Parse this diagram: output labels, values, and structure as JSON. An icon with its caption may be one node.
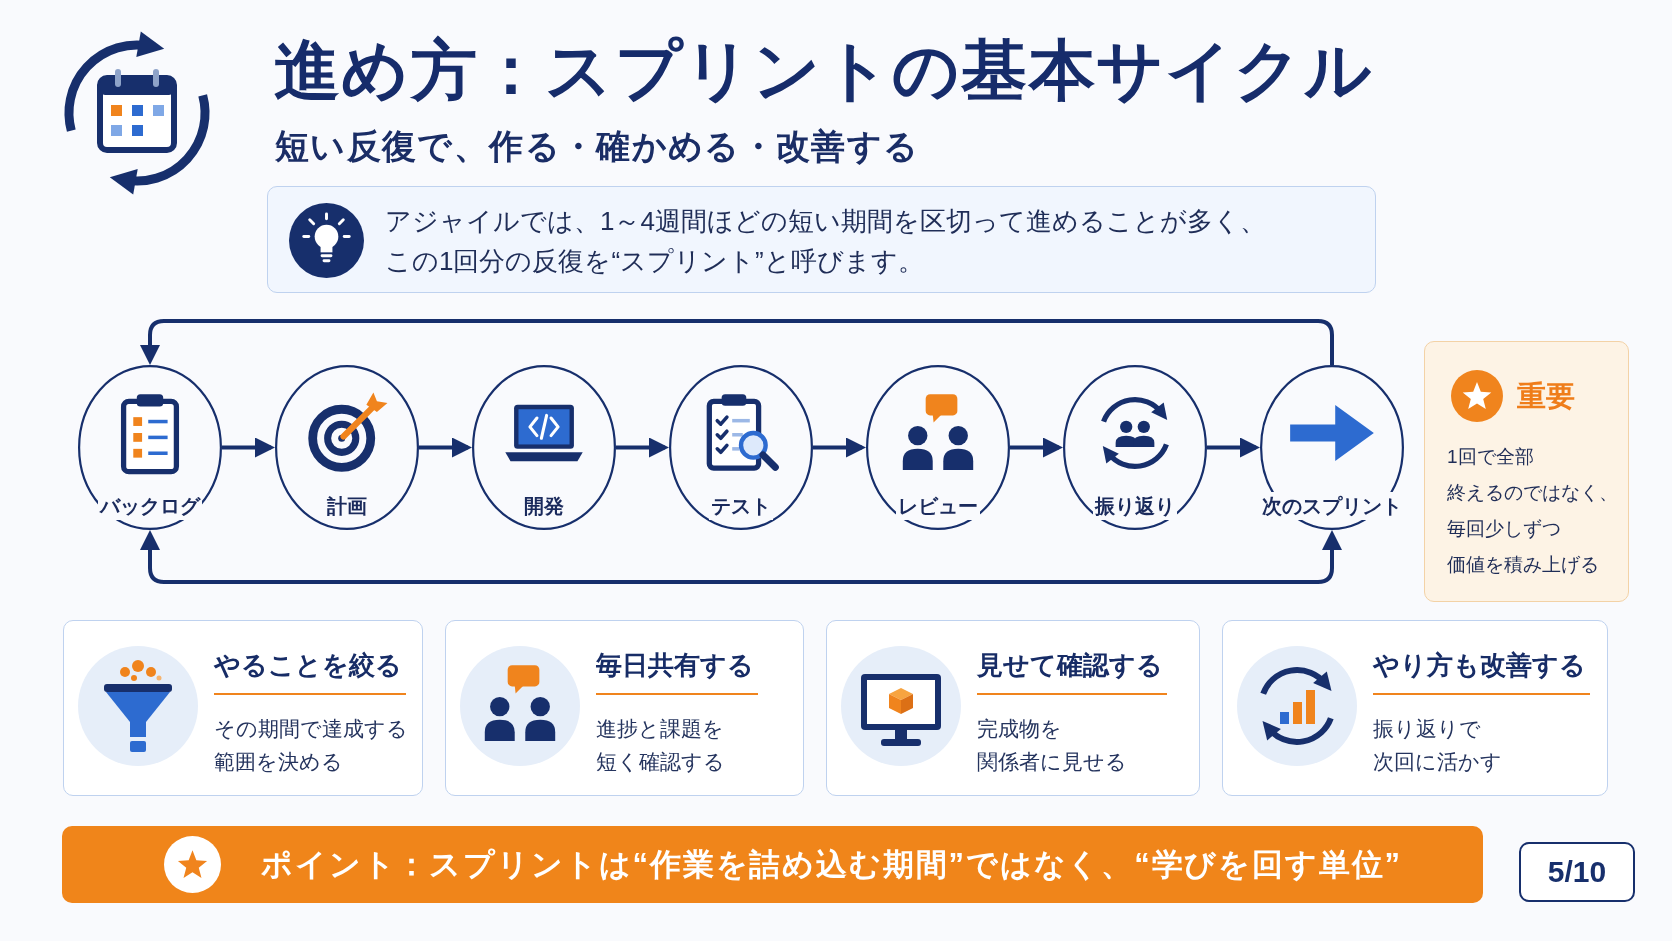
{
  "diagram": {
    "title": "進め方：スプリントの基本サイクル",
    "nodes": [
      {
        "text": [
          "アジャイルでは、1～4週間ほどの短い期間を区切って進めることが多く、この1回分の反復を“スプリント”と呼びます。"
        ]
      },
      {
        "text": [
          "バックログ"
        ]
      },
      {
        "text": [
          "計画"
        ]
      },
      {
        "text": [
          "開発"
        ]
      },
      {
        "text": [
          "テスト"
        ]
      },
      {
        "text": [
          "レビュー"
        ]
      },
      {
        "text": [
          "振り返り"
        ]
      },
      {
        "text": [
          "次のスプリント"
        ]
      },
      {
        "text": [
          "重要",
          "1回で全部終えるのではなく、毎回少しずつ価値を積み上げる"
        ]
      },
      {
        "text": [
          "やることを絞る",
          "その期間で達成する範囲を決める"
        ]
      },
      {
        "text": [
          "毎日共有する",
          "進捗と課題を短く確認する"
        ]
      },
      {
        "text": [
          "見せて確認する",
          "完成物を関係者に見せる"
        ]
      },
      {
        "text": [
          "やり方も改善する",
          "振り返りで次回に活かす"
        ]
      },
      {
        "text": [
          "ポイント：スプリントは“作業を詰め込む期間”ではなく、“学びを回す単位”"
        ]
      },
      {
        "text": [
          "5/10"
        ]
      }
    ],
    "edges": [
      {
        "from": 1,
        "to": 2,
        "arrow": "to"
      },
      {
        "from": 2,
        "to": 3,
        "arrow": "to"
      },
      {
        "from": 3,
        "to": 4,
        "arrow": "to"
      },
      {
        "from": 4,
        "to": 5,
        "arrow": "to"
      },
      {
        "from": 5,
        "to": 6,
        "arrow": "to"
      },
      {
        "from": 6,
        "to": 7,
        "arrow": "to"
      },
      {
        "from": 7,
        "to": 1,
        "arrow": "to"
      },
      {
        "from": 1,
        "to": 7,
        "arrow": "both"
      }
    ],
    "labels": [
      "短い反復で、作る・確かめる・改善する"
    ]
  }
}
